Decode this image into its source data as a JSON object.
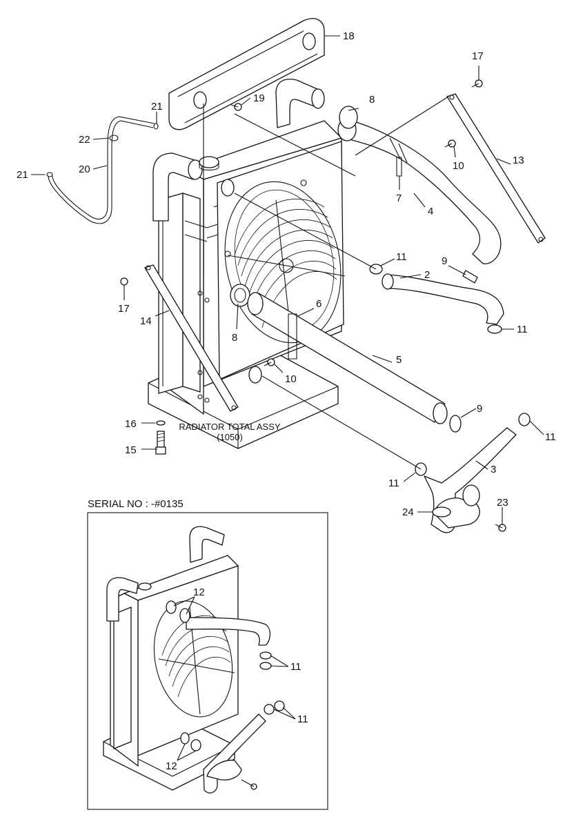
{
  "callouts": {
    "c1": "2",
    "c2": "3",
    "c3": "4",
    "c4": "5",
    "c5": "6",
    "c6": "7",
    "c7": "8",
    "c8": "8",
    "c9": "9",
    "c10": "9",
    "c11": "10",
    "c12": "10",
    "c13": "11",
    "c14": "11",
    "c15": "11",
    "c16": "11",
    "c17": "13",
    "c18": "14",
    "c19": "15",
    "c20": "16",
    "c21": "17",
    "c22": "17",
    "c23": "18",
    "c24": "19",
    "c25": "20",
    "c26": "21",
    "c27": "21",
    "c28": "22",
    "c29": "23",
    "c30": "24"
  },
  "assembly_caption": {
    "line1": "RADIATOR TOTAL ASSY",
    "line2": "(1050)"
  },
  "inset": {
    "serial_label": "SERIAL NO : -#0135",
    "callouts": {
      "a": "12",
      "b": "11",
      "c": "11",
      "d": "12"
    }
  }
}
